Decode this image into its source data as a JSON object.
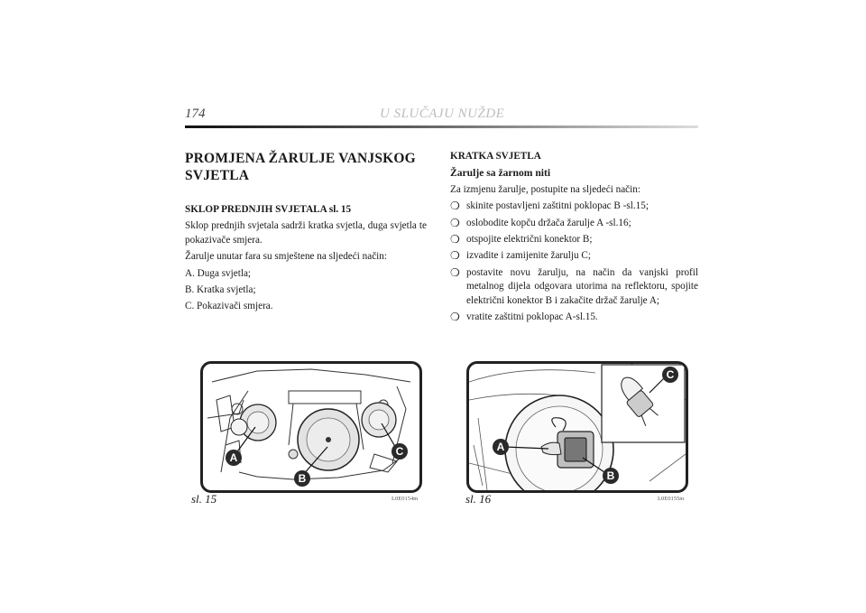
{
  "header": {
    "page_number": "174",
    "running_title": "U SLUČAJU NUŽDE"
  },
  "left": {
    "title": "PROMJENA ŽARULJE VANJSKOG SVJETLA",
    "subtitle": "SKLOP PREDNJIH SVJETALA sl. 15",
    "paragraphs": [
      "Sklop prednjih svjetala sadrži kratka svjetla, duga svjetla te pokazivače smjera.",
      "Žarulje unutar fara su smještene na sljedeći način:",
      "A. Duga svjetla;",
      "B. Kratka svjetla;",
      "C. Pokazivači smjera."
    ]
  },
  "right": {
    "subtitle": "KRATKA SVJETLA",
    "subheading": "Žarulje sa žarnom niti",
    "intro": "Za izmjenu žarulje, postupite na sljedeći način:",
    "bullet_symbol": "❍",
    "steps": [
      "skinite postavljeni zaštitni poklopac B -sl.15;",
      "oslobodite kopču držača žarulje A -sl.16;",
      "otspojite električni konektor B;",
      "izvadite i zamijenite žarulju C;",
      "postavite novu žarulju, na način da vanjski profil metalnog dijela odgovara utorima na reflektoru, spojite električni konektor B i zakačite držač žarulje A;",
      "vratite zaštitni poklopac A-sl.15."
    ]
  },
  "figures": [
    {
      "caption": "sl. 15",
      "code": "L0E0154m",
      "labels": [
        "A",
        "B",
        "C"
      ]
    },
    {
      "caption": "sl. 16",
      "code": "L0E0155m",
      "labels": [
        "A",
        "B",
        "C"
      ]
    }
  ]
}
